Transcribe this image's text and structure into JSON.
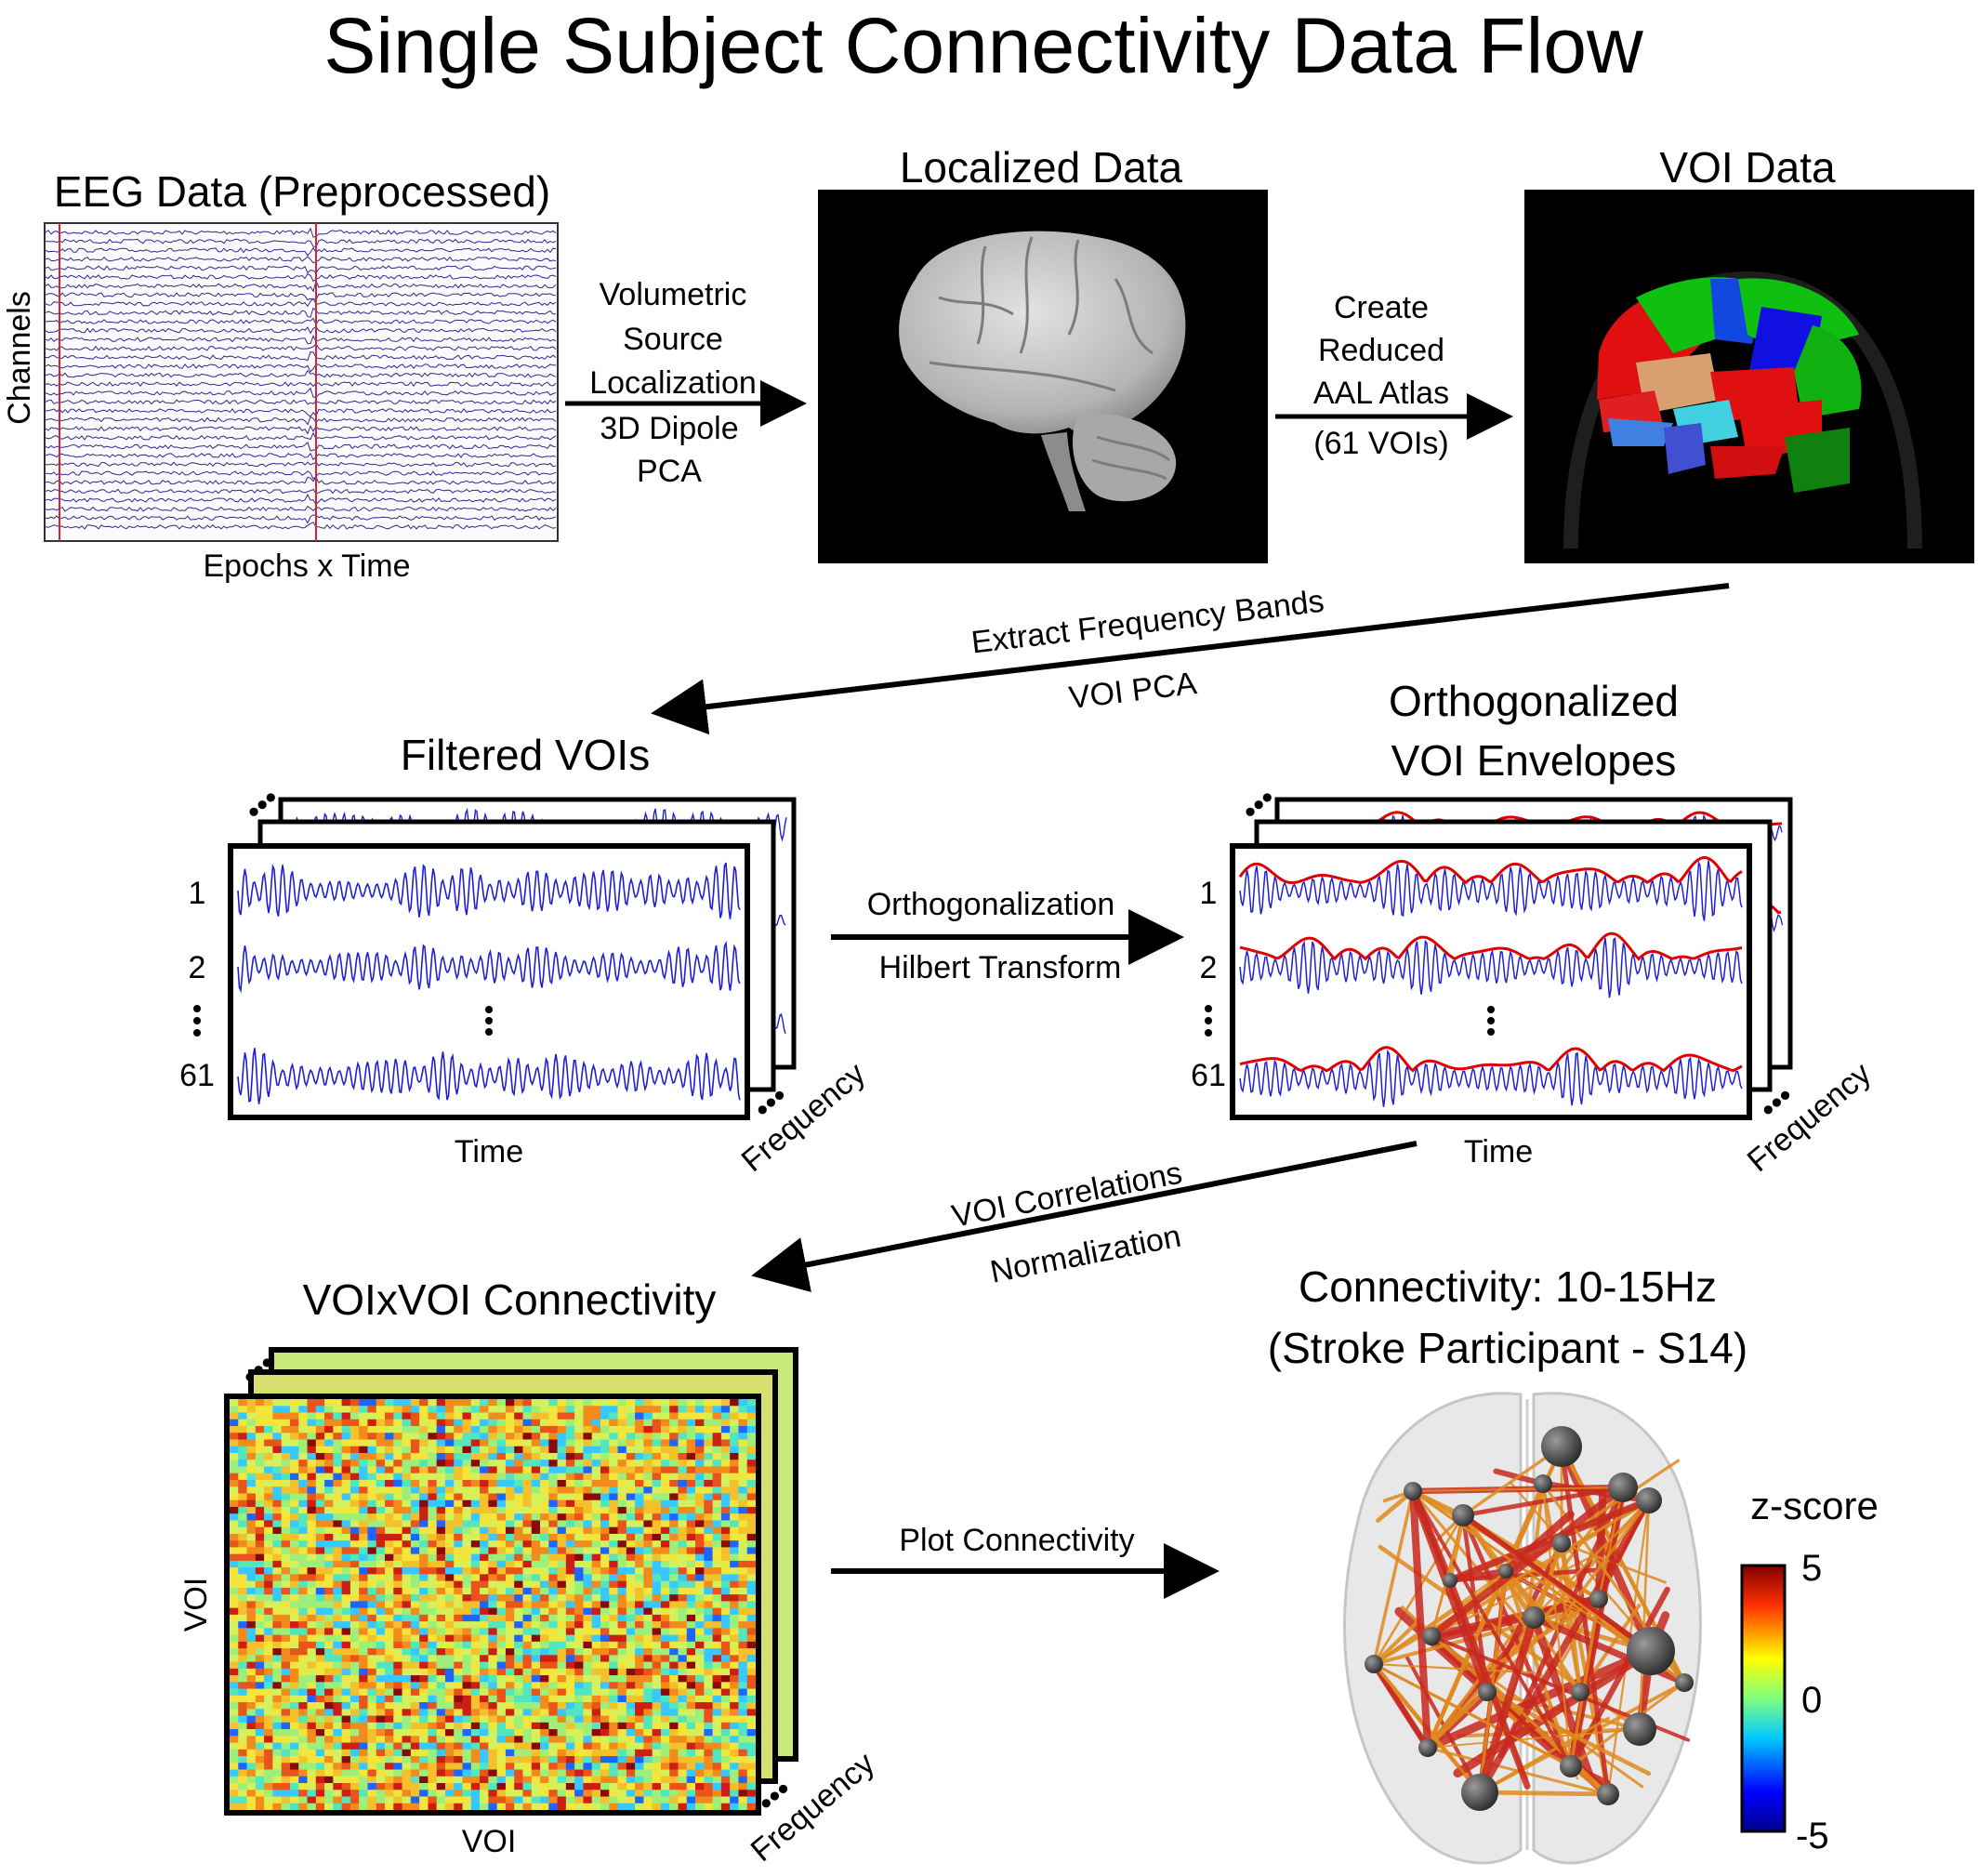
{
  "title": "Single Subject Connectivity Data Flow",
  "eeg": {
    "title": "EEG Data (Preprocessed)",
    "y_label": "Channels",
    "x_label": "Epochs x Time"
  },
  "step1": {
    "line1": "Volumetric",
    "line2": "Source",
    "line3": "Localization",
    "line4": "3D Dipole",
    "line5": "PCA"
  },
  "localized": {
    "title": "Localized Data"
  },
  "step2": {
    "line1": "Create",
    "line2": "Reduced",
    "line3": "AAL Atlas",
    "line4": "(61 VOIs)"
  },
  "voi_data": {
    "title": "VOI Data"
  },
  "step3": {
    "line1": "Extract Frequency Bands",
    "line2": "VOI PCA"
  },
  "filtered": {
    "title": "Filtered VOIs",
    "rows": [
      "1",
      "2",
      "61"
    ],
    "x_label": "Time",
    "depth_label": "Frequency"
  },
  "step4": {
    "line1": "Orthogonalization",
    "line2": "Hilbert Transform"
  },
  "envelopes": {
    "title_line1": "Orthogonalized",
    "title_line2": "VOI Envelopes",
    "rows": [
      "1",
      "2",
      "61"
    ],
    "x_label": "Time",
    "depth_label": "Frequency"
  },
  "step5": {
    "line1": "VOI Correlations",
    "line2": "Normalization"
  },
  "connectivity_matrix": {
    "title": "VOIxVOI Connectivity",
    "x_label": "VOI",
    "y_label": "VOI",
    "depth_label": "Frequency"
  },
  "step6": {
    "line1": "Plot Connectivity"
  },
  "connectivity_plot": {
    "title_line1": "Connectivity: 10-15Hz",
    "title_line2": "(Stroke Participant - S14)"
  },
  "colorbar": {
    "label": "z-score",
    "max": "5",
    "mid": "0",
    "min": "-5"
  },
  "colors": {
    "trace_blue": "#1f1fd6",
    "envelope_red": "#e00000",
    "eeg_trace": "#2a2a8c",
    "marker_red": "#e0202a",
    "edge_orange": "#e08a1e",
    "edge_red": "#c8281e",
    "node_gray": "#4a4a4a"
  }
}
